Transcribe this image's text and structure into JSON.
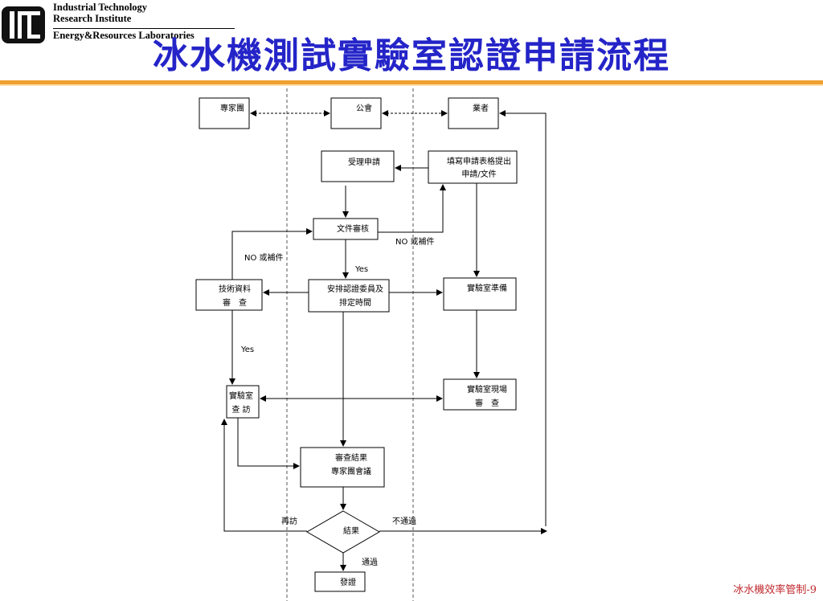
{
  "header": {
    "org_line1": "Industrial Technology",
    "org_line2": "Research Institute",
    "org_line3": "Energy&Resources Laboratories",
    "title": "冰水機測試實驗室認證申請流程",
    "title_color": "#2424c8",
    "band_color": "#f0a030"
  },
  "lanes": {
    "expert": "專家團",
    "association": "公會",
    "vendor": "業者"
  },
  "nodes": {
    "accept": "受理申請",
    "fill_form_1": "填寫申請表格提出",
    "fill_form_2": "申請/文件",
    "doc_review": "文件審核",
    "arrange_1": "安排認證委員及",
    "arrange_2": "排定時間",
    "tech_review_1": "技術資料",
    "tech_review_2": "審　查",
    "lab_prep": "實驗室準備",
    "lab_visit_1": "實驗室",
    "lab_visit_2": "查  訪",
    "onsite_1": "實驗室現場",
    "onsite_2": "審　查",
    "result_meeting_1": "審查結果",
    "result_meeting_2": "專家團會議",
    "decision": "結果",
    "certify": "發證"
  },
  "edge_labels": {
    "no_supplement_1": "NO 或補件",
    "no_supplement_2": "NO 或補件",
    "yes_1": "Yes",
    "yes_2": "Yes",
    "revisit": "再訪",
    "fail": "不通過",
    "pass": "通過"
  },
  "footer": {
    "page_label": "冰水機效率管制-9",
    "color": "#c0282d"
  }
}
